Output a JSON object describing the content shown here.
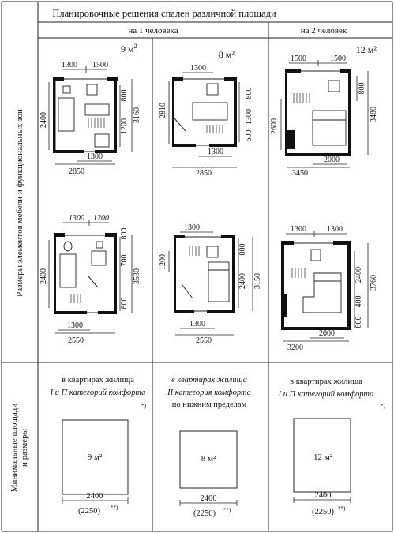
{
  "title": "Планировочные решения спален различной  площади",
  "columns": [
    "на 1 человека",
    "на 2 человек"
  ],
  "row_labels": {
    "furniture": "Размеры элементов мебели и функциональных зон",
    "minimum": [
      "Минимальные площади",
      "и размеры"
    ]
  },
  "plans": {
    "p1": {
      "area": "9 м",
      "area_sup": "2",
      "top_dims": [
        "1300",
        "1500"
      ],
      "left_dims": [
        "2400"
      ],
      "right_dims": [
        "800",
        "1200",
        "3160"
      ],
      "bottom_dims": [
        "1300",
        "2850"
      ]
    },
    "p2": {
      "area": "8 м²",
      "top_dims": [
        "1300"
      ],
      "left_dims": [
        "2810"
      ],
      "right_dims": [
        "800",
        "1300",
        "600"
      ],
      "bottom_dims": [
        "1300",
        "2850"
      ]
    },
    "p3": {
      "area": "12 м²",
      "top_dims": [
        "1500",
        "1500"
      ],
      "left_dims": [
        "2600"
      ],
      "right_dims": [
        "800",
        "3480"
      ],
      "bottom_dims": [
        "2000",
        "3450"
      ]
    },
    "p4": {
      "top_dims": [
        "1300",
        "1200"
      ],
      "left_dims": [
        "2400"
      ],
      "right_dims": [
        "800",
        "700",
        "800",
        "3530"
      ],
      "bottom_dims": [
        "1300",
        "2550"
      ]
    },
    "p5": {
      "top_dims": [
        "1300"
      ],
      "left_dims": [
        "1200"
      ],
      "right_dims": [
        "800",
        "2400",
        "3150"
      ],
      "bottom_dims": [
        "1300",
        "2550"
      ]
    },
    "p6": {
      "top_dims": [
        "1300",
        "1300"
      ],
      "right_dims": [
        "2400",
        "400",
        "800",
        "3760"
      ],
      "bottom_dims": [
        "2000",
        "3200"
      ]
    }
  },
  "categories": {
    "c1": [
      "в квартирах жилища",
      "I и П категорий комфорта",
      "*)"
    ],
    "c2": [
      "в квартирах жилища",
      "II категория комфорта",
      "по нижним пределам"
    ],
    "c3": [
      "в квартирах жилища",
      "I и П категорий комфорта",
      "*)"
    ]
  },
  "minimums": [
    {
      "area": "9 м²",
      "width": "2400",
      "alt_width": "(2250)",
      "note": "**)"
    },
    {
      "area": "8 м²",
      "width": "2400",
      "alt_width": "(2250)",
      "note": "**)"
    },
    {
      "area": "12 м²",
      "width": "2400",
      "alt_width": "(2250)",
      "note": "**)"
    }
  ]
}
